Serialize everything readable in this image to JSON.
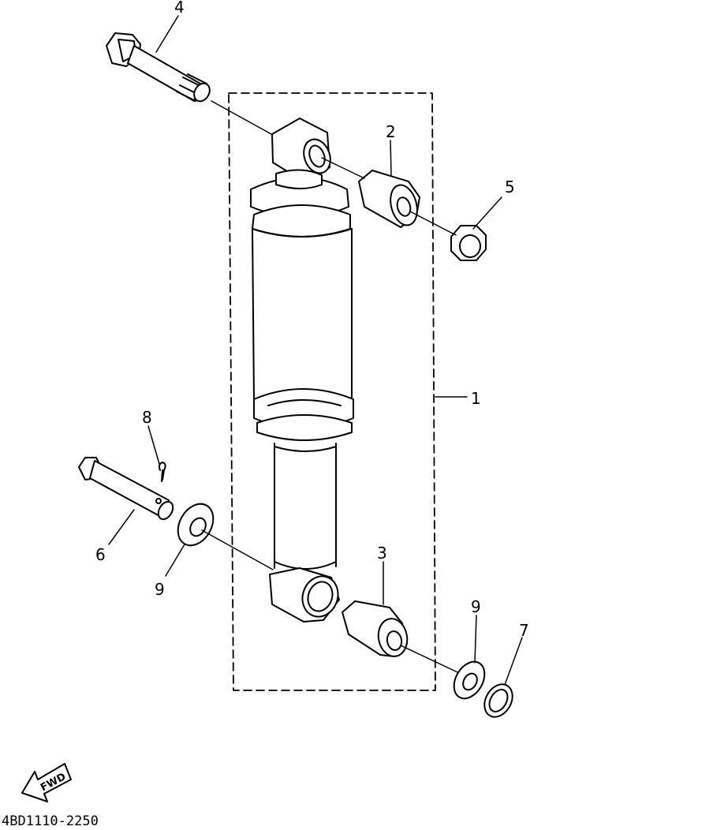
{
  "callouts": {
    "c1": "1",
    "c2": "2",
    "c3": "3",
    "c4": "4",
    "c5": "5",
    "c6": "6",
    "c7": "7",
    "c8": "8",
    "c9a": "9",
    "c9b": "9"
  },
  "fwd_label": "FWD",
  "diagram_code": "4BD1110-2250",
  "colors": {
    "ink": "#000000",
    "paper": "#ffffff"
  }
}
